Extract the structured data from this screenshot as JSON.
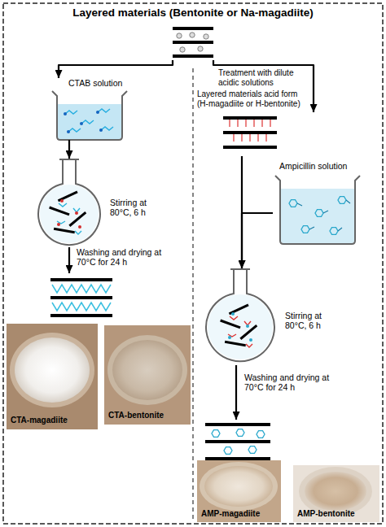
{
  "diagram": {
    "nodes": [
      {
        "text": [
          "Layered materials (Bentonite or Na-magadiite)"
        ]
      },
      {
        "text": [
          "CTAB solution"
        ]
      },
      {
        "text": [
          "Layered materials acid form (H-magadiite or H-bentonite)"
        ]
      },
      {
        "text": [
          "Stirring at 80°C, 6 h"
        ]
      },
      {
        "text": [
          "Ampicillin solution"
        ]
      },
      {
        "text": [
          "Stirring at 80°C, 6 h"
        ]
      },
      {
        "text": [
          "CTA-magadiite"
        ]
      },
      {
        "text": [
          "CTA-bentonite"
        ]
      },
      {
        "text": [
          "AMP-magadiite"
        ]
      },
      {
        "text": [
          "AMP-bentonite"
        ]
      }
    ],
    "edges": [
      {
        "from": 0,
        "to": 1,
        "arrow": "to"
      },
      {
        "from": 0,
        "to": 2,
        "label": "Treatment with dilute acidic solutions",
        "arrow": "to"
      },
      {
        "from": 1,
        "to": 3,
        "arrow": "to"
      },
      {
        "from": 2,
        "to": 5,
        "arrow": "to"
      },
      {
        "from": 4,
        "to": 5,
        "arrow": "to"
      }
    ],
    "labels": [
      "Washing and drying at 70°C for 24 h",
      "Washing and drying at 70°C for 24 h"
    ]
  }
}
